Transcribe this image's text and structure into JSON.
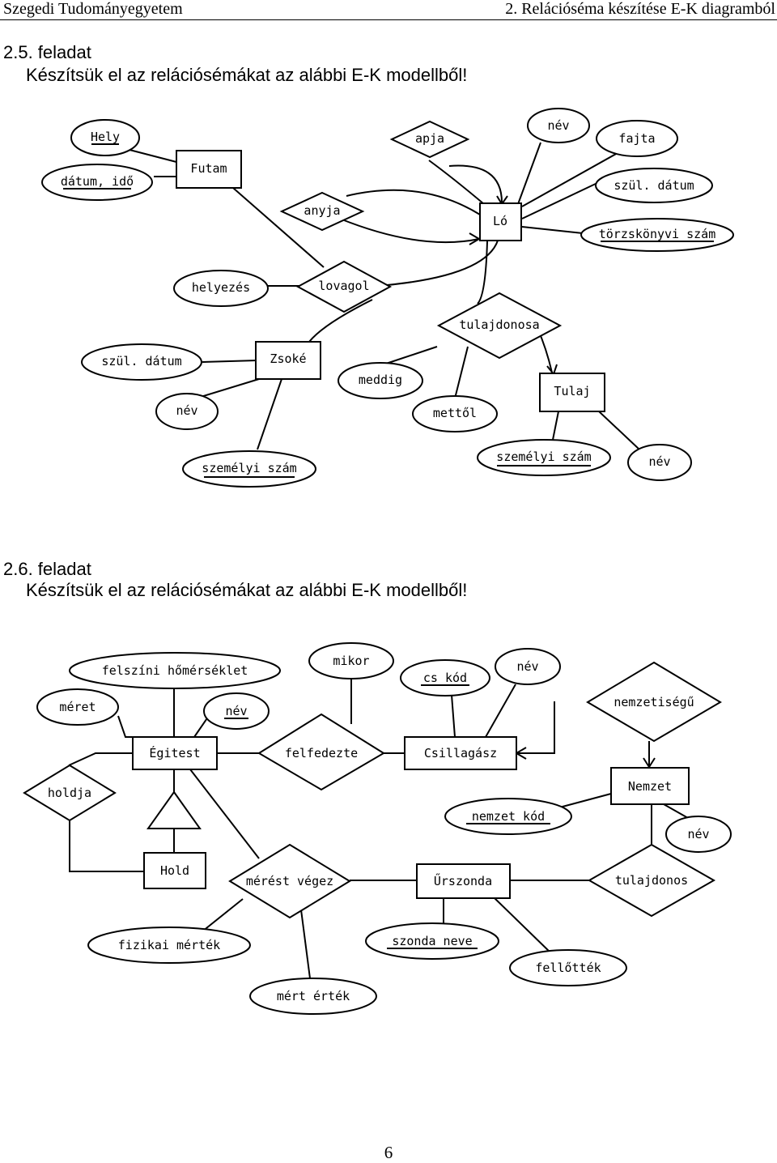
{
  "header": {
    "left": "Szegedi Tudományegyetem",
    "right": "2. Relációséma készítése E-K diagramból"
  },
  "task1": {
    "title": "2.5. feladat",
    "description": "Készítsük el az relációsémákat az alábbi E-K modellből!"
  },
  "task2": {
    "title": "2.6. feladat",
    "description": "Készítsük el az relációsémákat az alábbi E-K modellből!"
  },
  "page_number": "6",
  "diagram1": {
    "entities": {
      "futam": "Futam",
      "lo": "Ló",
      "zsoke": "Zsoké",
      "tulaj": "Tulaj"
    },
    "relationships": {
      "apja": "apja",
      "anyja": "anyja",
      "lovagol": "lovagol",
      "tulajdonosa": "tulajdonosa"
    },
    "attributes": {
      "hely": "Hely",
      "datum_ido": "dátum, idő",
      "nev_lo": "név",
      "fajta": "fajta",
      "szul_datum_lo": "szül. dátum",
      "torzskonyvi_szam": "törzskönyvi szám",
      "helyezes": "helyezés",
      "szul_datum_zsoke": "szül. dátum",
      "nev_zsoke": "név",
      "szemelyi_szam_zsoke": "személyi szám",
      "meddig": "meddig",
      "mettol": "mettől",
      "szemelyi_szam_tulaj": "személyi szám",
      "nev_tulaj": "név"
    }
  },
  "diagram2": {
    "entities": {
      "egitest": "Égitest",
      "csillagasz": "Csillagász",
      "nemzet": "Nemzet",
      "hold": "Hold",
      "urszonda": "Űrszonda"
    },
    "relationships": {
      "felfedezte": "felfedezte",
      "nemzetisegu": "nemzetiségű",
      "holdja": "holdja",
      "merest_vegez": "mérést végez",
      "tulajdonos": "tulajdonos"
    },
    "attributes": {
      "felszini_homerseklet": "felszíni hőmérséklet",
      "meret": "méret",
      "nev_egitest": "név",
      "mikor": "mikor",
      "cs_kod": "cs kód",
      "nev_csillagasz": "név",
      "nemzet_kod": "nemzet kód",
      "nev_nemzet": "név",
      "fizikai_mertek": "fizikai mérték",
      "mert_ertek": "mért érték",
      "szonda_neve": "szonda neve",
      "fellottek": "fellőtték"
    }
  }
}
